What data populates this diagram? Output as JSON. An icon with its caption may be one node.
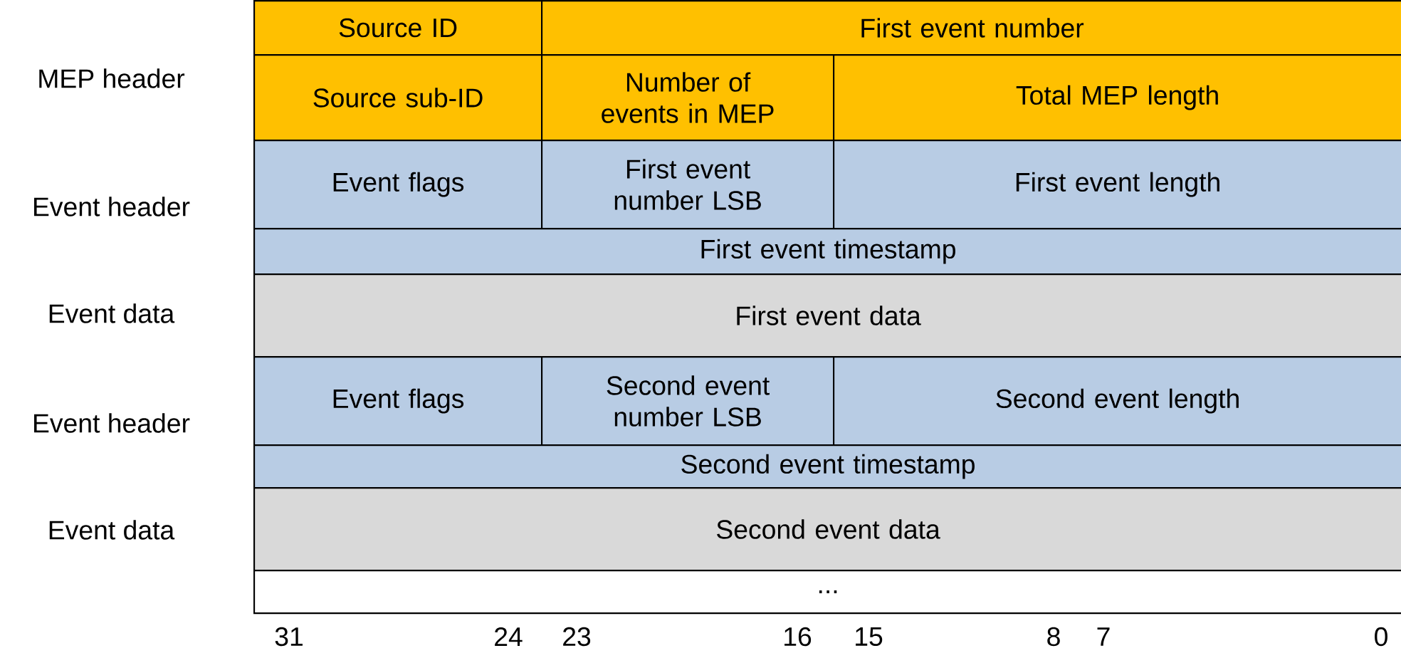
{
  "diagram": {
    "nodes": [
      {
        "text": [
          "Source ID"
        ]
      },
      {
        "text": [
          "First event number"
        ]
      },
      {
        "text": [
          "Source sub-ID"
        ]
      },
      {
        "text": [
          "Number of events in MEP"
        ]
      },
      {
        "text": [
          "Total MEP length"
        ]
      },
      {
        "text": [
          "Event flags"
        ]
      },
      {
        "text": [
          "First event number LSB"
        ]
      },
      {
        "text": [
          "First event length"
        ]
      },
      {
        "text": [
          "First event timestamp"
        ]
      },
      {
        "text": [
          "First event data"
        ]
      },
      {
        "text": [
          "Event flags"
        ]
      },
      {
        "text": [
          "Second event number LSB"
        ]
      },
      {
        "text": [
          "Second event length"
        ]
      },
      {
        "text": [
          "Second event timestamp"
        ]
      },
      {
        "text": [
          "Second event data"
        ]
      },
      {
        "text": [
          "..."
        ]
      }
    ],
    "labels": [
      "MEP header",
      "Event header",
      "Event data",
      "Event header",
      "Event data",
      "31",
      "24",
      "23",
      "16",
      "15",
      "8",
      "7",
      "0"
    ]
  }
}
